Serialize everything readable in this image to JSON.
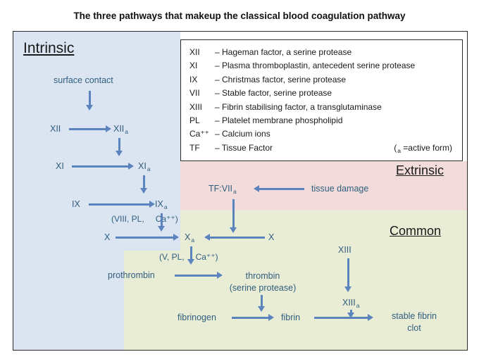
{
  "title": "The three pathways that makeup the classical blood coagulation pathway",
  "regions": {
    "intrinsic_label": "Intrinsic",
    "extrinsic_label": "Extrinsic",
    "common_label": "Common"
  },
  "legend": {
    "entries": [
      {
        "abbr": "XII",
        "desc": "– Hageman factor, a serine protease"
      },
      {
        "abbr": "XI",
        "desc": "– Plasma thromboplastin, antecedent serine protease"
      },
      {
        "abbr": "IX",
        "desc": "– Christmas factor, serine protease"
      },
      {
        "abbr": "VII",
        "desc": "– Stable factor, serine protease"
      },
      {
        "abbr": "XIII",
        "desc": "– Fibrin stabilising factor, a transglutaminase"
      },
      {
        "abbr": "PL",
        "desc": "–  Platelet membrane phospholipid"
      },
      {
        "abbr": "Ca⁺⁺",
        "desc": "– Calcium ions"
      },
      {
        "abbr": "TF",
        "desc": "–  Tissue Factor"
      }
    ],
    "active_form_note": {
      "open": "(",
      "sub": "a",
      "rest": " =active form)"
    }
  },
  "nodes": {
    "surface_contact": "surface contact",
    "xii": "XII",
    "xii_a": {
      "base": "XII",
      "sub": "a"
    },
    "xi": "XI",
    "xi_a": {
      "base": "XI",
      "sub": "a"
    },
    "ix": "IX",
    "ix_a": {
      "base": "IX",
      "sub": "a"
    },
    "cofactor_viii": {
      "left": "(VIII, PL,",
      "right": "Ca⁺⁺)"
    },
    "x_left": "X",
    "x_a": {
      "base": "X",
      "sub": "a"
    },
    "x_right": "X",
    "cofactor_v": {
      "left": "(V, PL,",
      "right": "Ca⁺⁺)"
    },
    "prothrombin": "prothrombin",
    "thrombin": "thrombin",
    "thrombin_note": "(serine protease)",
    "fibrinogen": "fibrinogen",
    "fibrin": "fibrin",
    "stable_clot_line1": "stable fibrin",
    "stable_clot_line2": "clot",
    "xiii": "XIII",
    "xiii_a": {
      "base": "XIII",
      "sub": "a"
    },
    "tf_vii_a": {
      "base": "TF:VII",
      "sub": "a"
    },
    "tissue_damage": "tissue damage"
  },
  "colors": {
    "intrinsic_bg": "#DBE5F1",
    "extrinsic_bg": "#F2DCDB",
    "common_bg": "#EAEDD5",
    "arrow": "#5B83BE",
    "node_text": "#305D7E"
  }
}
